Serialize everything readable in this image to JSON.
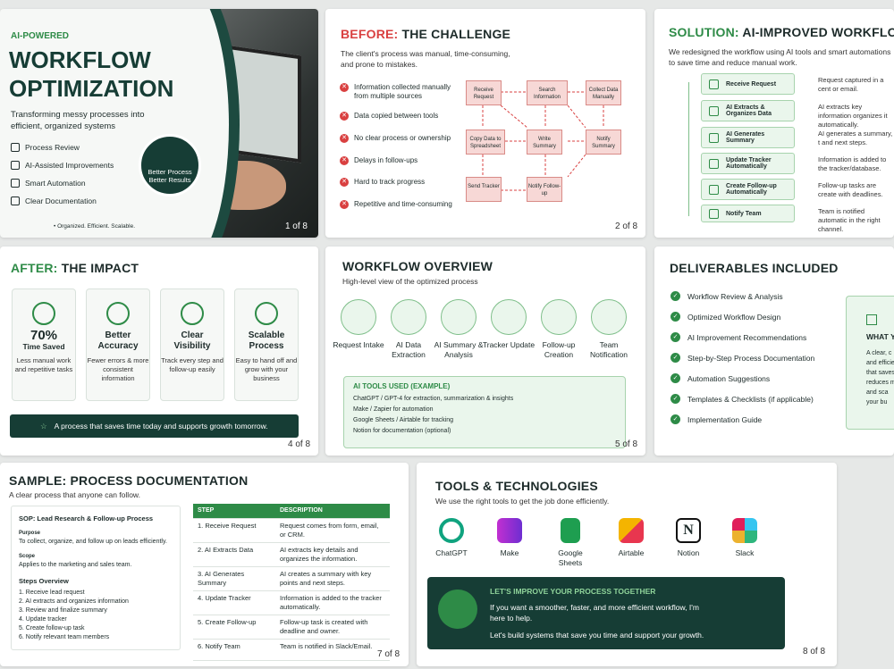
{
  "s1": {
    "kicker": "AI-POWERED",
    "title1": "WORKFLOW",
    "title2": "OPTIMIZATION",
    "sub": "Transforming messy processes into efficient, organized systems",
    "features": [
      "Process Review",
      "AI-Assisted Improvements",
      "Smart Automation",
      "Clear Documentation"
    ],
    "badge1": "Better Process",
    "badge2": "Better Results",
    "footer": "• Organized. Efficient. Scalable.",
    "page": "1 of 8"
  },
  "s2": {
    "title_a": "BEFORE:",
    "title_b": " THE CHALLENGE",
    "desc": "The client's process was manual, time-consuming, and prone to mistakes.",
    "items": [
      "Information collected manually from multiple sources",
      "Data copied between tools",
      "No clear process or ownership",
      "Delays in follow-ups",
      "Hard to track progress",
      "Repetitive and time-consuming"
    ],
    "nodes": [
      "Receive Request",
      "Search Information",
      "Collect Data Manually",
      "Copy Data to Spreadsheet",
      "Write Summary",
      "Notify Summary",
      "Send Tracker",
      "Notify Follow-up"
    ],
    "page": "2 of 8"
  },
  "s3": {
    "title_a": "SOLUTION:",
    "title_b": " AI-IMPROVED WORKFLOW",
    "desc": "We redesigned the workflow using AI tools and smart automations to save time and reduce manual work.",
    "steps": [
      "Receive Request",
      "AI Extracts & Organizes Data",
      "AI Generates Summary",
      "Update Tracker Automatically",
      "Create Follow-up Automatically",
      "Notify Team"
    ],
    "notes": [
      "Request captured in a cent or email.",
      "AI extracts key information organizes it automatically.",
      "AI generates a summary, t and next steps.",
      "Information is added to the tracker/database.",
      "Follow-up tasks are create with deadlines.",
      "Team is notified automatic in the right channel."
    ]
  },
  "s4": {
    "title_a": "AFTER:",
    "title_b": " THE IMPACT",
    "cards": [
      {
        "t1": "70%",
        "t2": "Time Saved",
        "d": "Less manual work and repetitive tasks"
      },
      {
        "t1": "Better",
        "t2": "Accuracy",
        "d": "Fewer errors & more consistent information"
      },
      {
        "t1": "Clear",
        "t2": "Visibility",
        "d": "Track every step and follow-up easily"
      },
      {
        "t1": "Scalable",
        "t2": "Process",
        "d": "Easy to hand off and grow with your business"
      }
    ],
    "banner": "A process that saves time today and supports growth tomorrow.",
    "page": "4 of 8"
  },
  "s5": {
    "title": "WORKFLOW OVERVIEW",
    "desc": "High-level view of the optimized process",
    "steps": [
      "Request Intake",
      "AI Data Extraction",
      "AI Summary & Analysis",
      "Tracker Update",
      "Follow-up Creation",
      "Team Notification"
    ],
    "tools_title": "AI TOOLS USED (EXAMPLE)",
    "tools": [
      "ChatGPT / GPT-4 for extraction, summarization & insights",
      "Make / Zapier for automation",
      "Google Sheets / Airtable for tracking",
      "Notion for documentation (optional)"
    ],
    "page": "5 of 8"
  },
  "s6": {
    "title": "DELIVERABLES INCLUDED",
    "items": [
      "Workflow Review & Analysis",
      "Optimized Workflow Design",
      "AI Improvement Recommendations",
      "Step-by-Step Process Documentation",
      "Automation Suggestions",
      "Templates & Checklists (if applicable)",
      "Implementation Guide"
    ],
    "side_title": "WHAT Y",
    "side_text": "A clear, c and efficie that saves reduces m and sca your bu"
  },
  "s7": {
    "title": "SAMPLE: PROCESS DOCUMENTATION",
    "desc": "A clear process that anyone can follow.",
    "sop": "SOP: Lead Research & Follow-up Process",
    "purpose_l": "Purpose",
    "purpose": "To collect, organize, and follow up on leads efficiently.",
    "scope_l": "Scope",
    "scope": "Applies to the marketing and sales team.",
    "steps_l": "Steps Overview",
    "steps": [
      "1. Receive lead request",
      "2. AI extracts and organizes information",
      "3. Review and finalize summary",
      "4. Update tracker",
      "5. Create follow-up task",
      "6. Notify relevant team members"
    ],
    "th1": "STEP",
    "th2": "DESCRIPTION",
    "rows": [
      [
        "1. Receive Request",
        "Request comes from form, email, or CRM."
      ],
      [
        "2. AI Extracts Data",
        "AI extracts key details and organizes the information."
      ],
      [
        "3. AI Generates Summary",
        "AI creates a summary with key points and next steps."
      ],
      [
        "4. Update Tracker",
        "Information is added to the tracker automatically."
      ],
      [
        "5. Create Follow-up",
        "Follow-up task is created with deadline and owner."
      ],
      [
        "6. Notify Team",
        "Team is notified in Slack/Email."
      ]
    ],
    "page": "7 of 8"
  },
  "s8": {
    "title": "TOOLS & TECHNOLOGIES",
    "desc": "We use the right tools to get the job done efficiently.",
    "tools": [
      {
        "name": "ChatGPT",
        "color": "#10a37f"
      },
      {
        "name": "Make",
        "color": "#6d2ed1"
      },
      {
        "name": "Google Sheets",
        "color": "#1e9e50"
      },
      {
        "name": "Airtable",
        "color": "#f4b400"
      },
      {
        "name": "Notion",
        "color": "#111111"
      },
      {
        "name": "Slack",
        "color": "#e01e5a"
      }
    ],
    "cta_title": "LET'S IMPROVE YOUR PROCESS TOGETHER",
    "cta1": "If you want a smoother, faster, and more efficient workflow, I'm here to help.",
    "cta2": "Let's build systems that save you time and support your growth.",
    "page": "8 of 8"
  },
  "colors": {
    "green": "#2e8b47",
    "dark": "#163d35",
    "red": "#d94040"
  }
}
